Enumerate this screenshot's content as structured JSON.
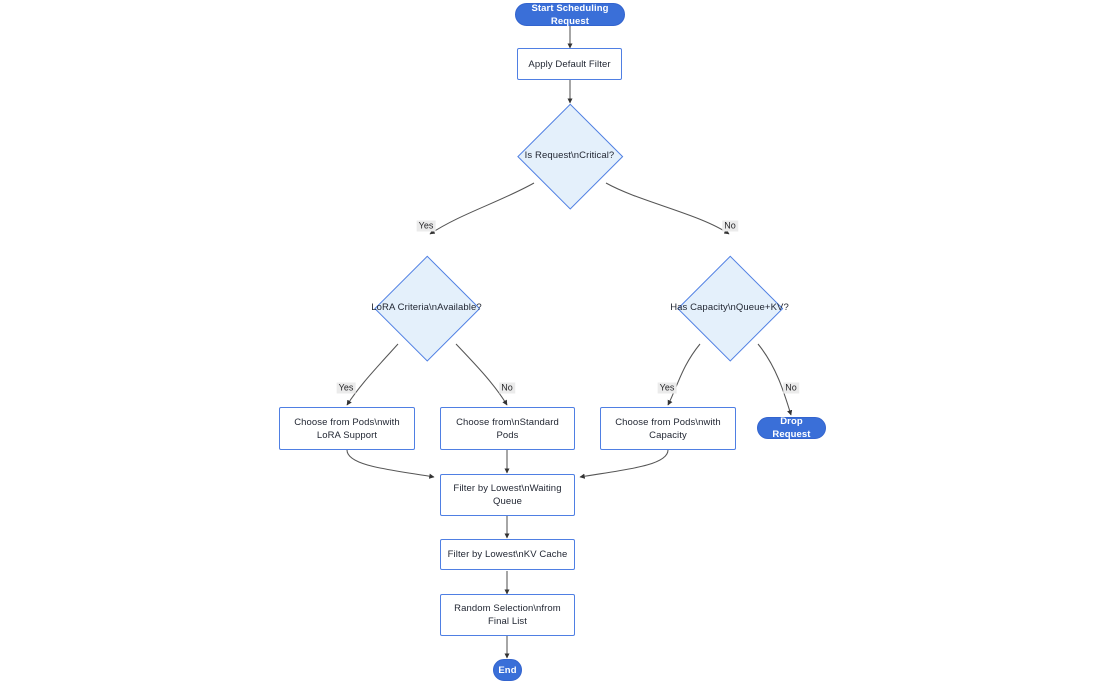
{
  "diagram": {
    "type": "flowchart",
    "title": "Scheduling Request Flowchart",
    "colors": {
      "terminal_fill": "#3a6fd8",
      "terminal_text": "#ffffff",
      "process_fill": "#ffffff",
      "process_border": "#4f7fe3",
      "decision_fill": "#e4f0fb",
      "decision_border": "#4f7fe3",
      "edge_stroke": "#4a4a4a",
      "edge_label_bg": "#ebebeb",
      "node_text": "#1f2430",
      "background": "#ffffff"
    },
    "nodes": [
      {
        "id": "start",
        "kind": "terminal",
        "label": "Start Scheduling Request"
      },
      {
        "id": "apply_filter",
        "kind": "process",
        "label": "Apply Default Filter"
      },
      {
        "id": "is_critical",
        "kind": "decision",
        "label": "Is Request\\nCritical?"
      },
      {
        "id": "lora_crit",
        "kind": "decision",
        "label": "LoRA Criteria\\nAvailable?"
      },
      {
        "id": "has_capacity",
        "kind": "decision",
        "label": "Has Capacity\\nQueue+KV?"
      },
      {
        "id": "pods_lora",
        "kind": "process",
        "label": "Choose from Pods\\nwith LoRA Support"
      },
      {
        "id": "pods_std",
        "kind": "process",
        "label": "Choose from\\nStandard Pods"
      },
      {
        "id": "pods_cap",
        "kind": "process",
        "label": "Choose from Pods\\nwith Capacity"
      },
      {
        "id": "drop",
        "kind": "terminal",
        "label": "Drop Request"
      },
      {
        "id": "filter_queue",
        "kind": "process",
        "label": "Filter by Lowest\\nWaiting Queue"
      },
      {
        "id": "filter_kv",
        "kind": "process",
        "label": "Filter by Lowest\\nKV Cache"
      },
      {
        "id": "random_sel",
        "kind": "process",
        "label": "Random Selection\\nfrom Final List"
      },
      {
        "id": "end",
        "kind": "terminal",
        "label": "End"
      }
    ],
    "edges": [
      {
        "from": "start",
        "to": "apply_filter",
        "label": ""
      },
      {
        "from": "apply_filter",
        "to": "is_critical",
        "label": ""
      },
      {
        "from": "is_critical",
        "to": "lora_crit",
        "label": "Yes"
      },
      {
        "from": "is_critical",
        "to": "has_capacity",
        "label": "No"
      },
      {
        "from": "lora_crit",
        "to": "pods_lora",
        "label": "Yes"
      },
      {
        "from": "lora_crit",
        "to": "pods_std",
        "label": "No"
      },
      {
        "from": "has_capacity",
        "to": "pods_cap",
        "label": "Yes"
      },
      {
        "from": "has_capacity",
        "to": "drop",
        "label": "No"
      },
      {
        "from": "pods_lora",
        "to": "filter_queue",
        "label": ""
      },
      {
        "from": "pods_std",
        "to": "filter_queue",
        "label": ""
      },
      {
        "from": "pods_cap",
        "to": "filter_queue",
        "label": ""
      },
      {
        "from": "filter_queue",
        "to": "filter_kv",
        "label": ""
      },
      {
        "from": "filter_kv",
        "to": "random_sel",
        "label": ""
      },
      {
        "from": "random_sel",
        "to": "end",
        "label": ""
      }
    ],
    "edge_labels": [
      {
        "id": "yes_critical",
        "text": "Yes"
      },
      {
        "id": "no_critical",
        "text": "No"
      },
      {
        "id": "yes_lora",
        "text": "Yes"
      },
      {
        "id": "no_lora",
        "text": "No"
      },
      {
        "id": "yes_capacity",
        "text": "Yes"
      },
      {
        "id": "no_capacity",
        "text": "No"
      }
    ]
  }
}
